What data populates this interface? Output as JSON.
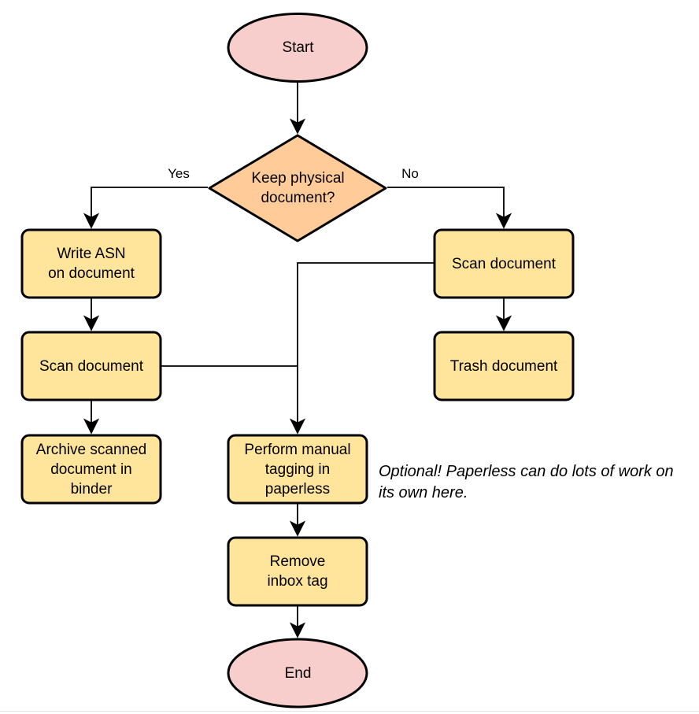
{
  "diagram": {
    "type": "flowchart",
    "nodes": {
      "start": {
        "label": "Start",
        "shape": "ellipse"
      },
      "decision_keep_physical": {
        "label": "Keep physical\ndocument?",
        "shape": "diamond"
      },
      "write_asn": {
        "label": "Write ASN\non document",
        "shape": "process"
      },
      "scan_document_left": {
        "label": "Scan document",
        "shape": "process"
      },
      "archive_binder": {
        "label": "Archive scanned\ndocument in\nbinder",
        "shape": "process"
      },
      "scan_document_right": {
        "label": "Scan document",
        "shape": "process"
      },
      "trash_document": {
        "label": "Trash document",
        "shape": "process"
      },
      "manual_tagging": {
        "label": "Perform manual\ntagging in\npaperless",
        "shape": "process"
      },
      "remove_inbox_tag": {
        "label": "Remove\ninbox tag",
        "shape": "process"
      },
      "end": {
        "label": "End",
        "shape": "ellipse"
      }
    },
    "edge_labels": {
      "yes": "Yes",
      "no": "No"
    },
    "annotation": "Optional! Paperless can do lots of work on\nits own here.",
    "colors": {
      "terminal_fill": "#F8CECC",
      "decision_fill": "#FFCC99",
      "process_fill": "#FFE49B",
      "stroke": "#000000",
      "background": "#FFFFFF"
    }
  }
}
